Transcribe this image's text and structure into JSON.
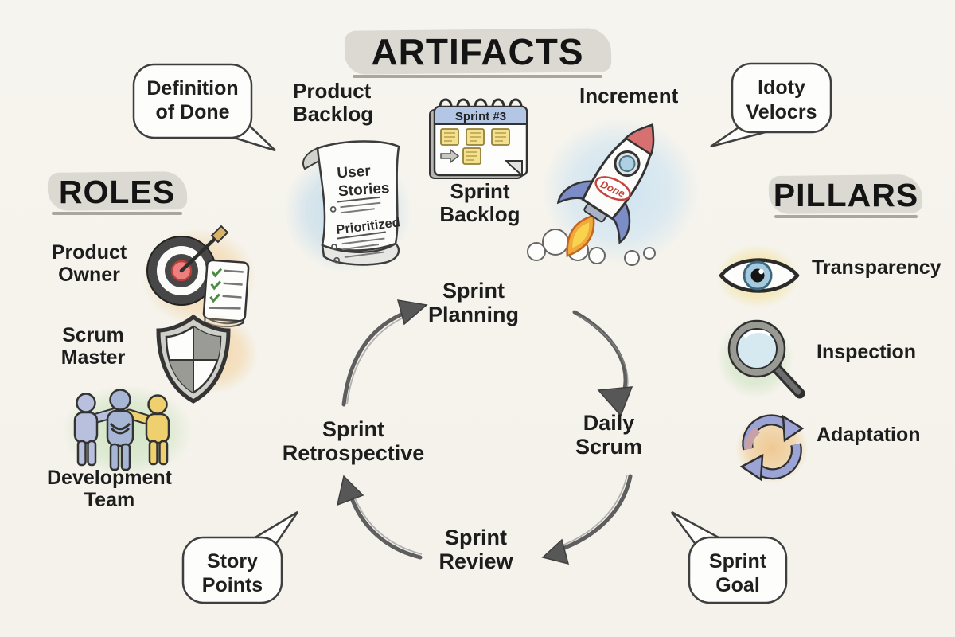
{
  "titles": {
    "artifacts": "ARTIFACTS",
    "roles": "ROLES",
    "pillars": "PILLARS"
  },
  "bubbles": {
    "definition_of_done": {
      "line1": "Definition",
      "line2": "of Done"
    },
    "velocity": {
      "line1": "Idoty",
      "line2": "Velocrs"
    },
    "story_points": {
      "line1": "Story",
      "line2": "Points"
    },
    "sprint_goal": {
      "line1": "Sprint",
      "line2": "Goal"
    }
  },
  "artifacts": {
    "product_backlog": {
      "line1": "Product",
      "line2": "Backlog"
    },
    "scroll_text": {
      "line1": "User",
      "line2": "Stories",
      "line3": "Prioritized"
    },
    "calendar_header": "Sprint #3",
    "sprint_backlog": {
      "line1": "Sprint",
      "line2": "Backlog"
    },
    "increment": "Increment",
    "rocket_badge": "Done"
  },
  "roles": {
    "product_owner": {
      "line1": "Product",
      "line2": "Owner"
    },
    "scrum_master": {
      "line1": "Scrum",
      "line2": "Master"
    },
    "development_team": {
      "line1": "Development",
      "line2": "Team"
    }
  },
  "pillars": {
    "transparency": "Transparency",
    "inspection": "Inspection",
    "adaptation": "Adaptation"
  },
  "cycle": {
    "sprint_planning": {
      "line1": "Sprint",
      "line2": "Planning"
    },
    "daily_scrum": {
      "line1": "Daily",
      "line2": "Scrum"
    },
    "sprint_review": {
      "line1": "Sprint",
      "line2": "Review"
    },
    "sprint_retrospective": {
      "line1": "Sprint",
      "line2": "Retrospective"
    }
  },
  "colors": {
    "paper": "#f5f3ec",
    "ink": "#1d1d1d",
    "pencil": "#5e5e5e",
    "wash_blue": "#bcd9ec",
    "wash_orange": "#f3d4a4",
    "wash_green": "#cde3c0",
    "wash_yellow": "#f3e3a2",
    "sticky_yellow": "#f4e18e",
    "calendar_header_blue": "#b3c6e6",
    "rocket_red": "#d77070",
    "fin_blue": "#7b8cc7",
    "flame_orange": "#f2a93b",
    "target_red": "#ed7f7f",
    "team_blue": "#a6b6d4",
    "team_yellow": "#efd06e",
    "adaptation_periwinkle": "#9ba4d4"
  }
}
